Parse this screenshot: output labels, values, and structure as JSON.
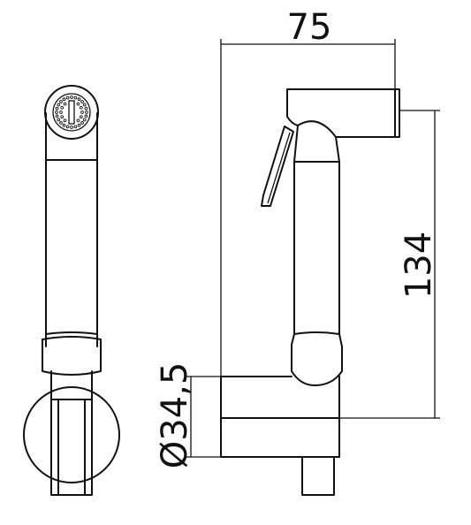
{
  "dimensions": {
    "width_label": "75",
    "height_label": "134",
    "diameter_label": "Ø34,5"
  },
  "colors": {
    "line": "#111111",
    "background": "#ffffff"
  }
}
